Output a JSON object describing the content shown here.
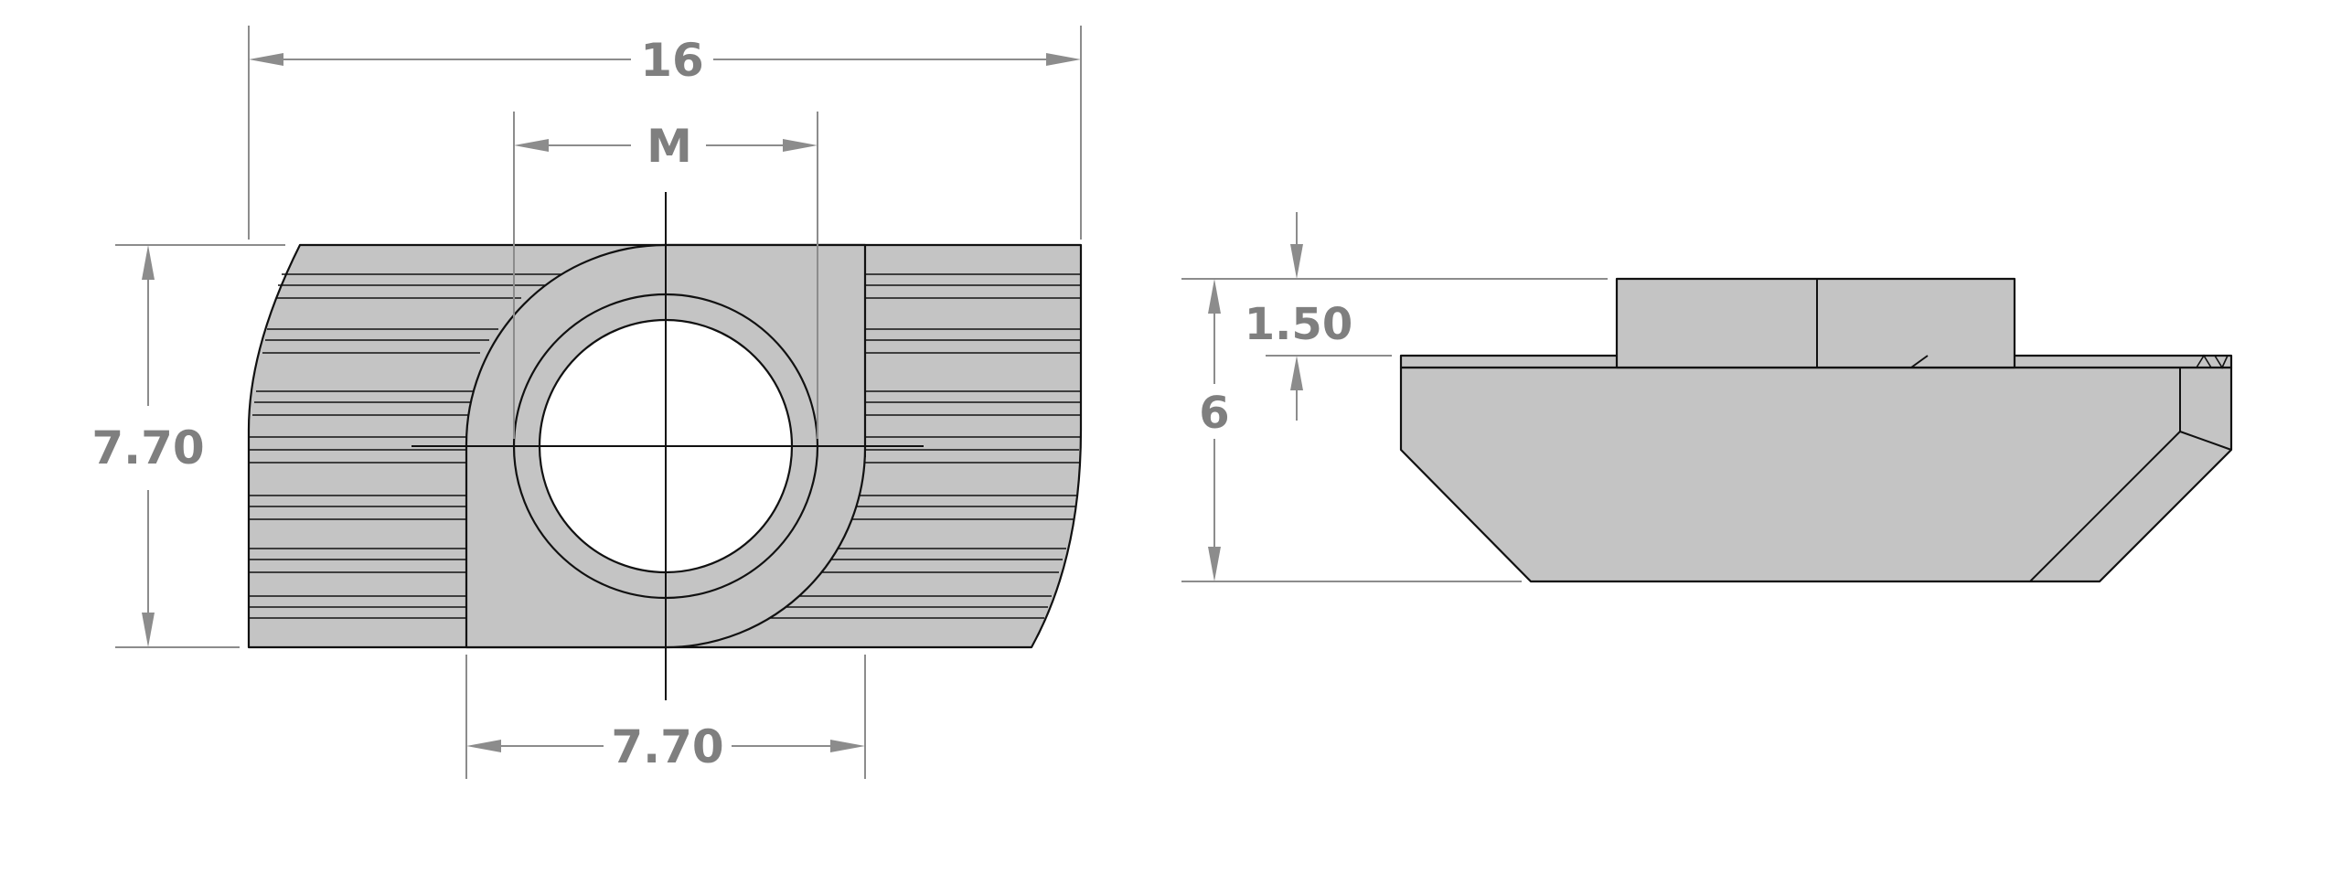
{
  "colors": {
    "part_fill": "#c4c4c4",
    "outline": "#111111",
    "dimension": "#8c8c8c",
    "dimension_text": "#7f7f7f",
    "background": "#ffffff"
  },
  "front_view": {
    "dimensions": {
      "overall_width": "16",
      "thread_size": "M",
      "overall_height": "7.70",
      "head_width": "7.70"
    }
  },
  "side_view": {
    "dimensions": {
      "shoulder_height": "1.50",
      "total_height": "6"
    }
  }
}
